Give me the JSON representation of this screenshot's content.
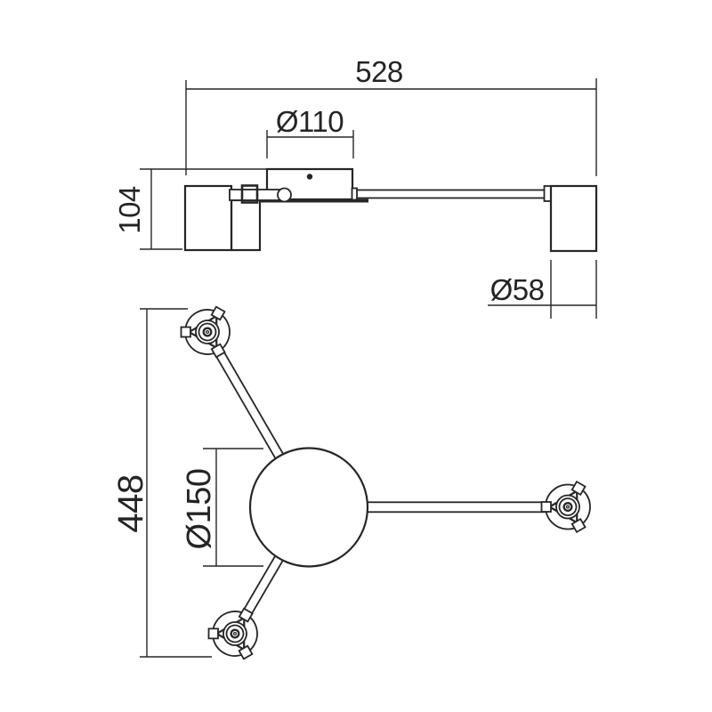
{
  "colors": {
    "line": "#262626",
    "text": "#242424",
    "background": "#ffffff"
  },
  "side_view": {
    "dim_overall_width": "528",
    "dim_canopy_diameter": "Ø110",
    "dim_overall_height": "104",
    "dim_head_diameter": "Ø58"
  },
  "plan_view": {
    "dim_overall_span": "448",
    "dim_body_diameter": "Ø150"
  }
}
